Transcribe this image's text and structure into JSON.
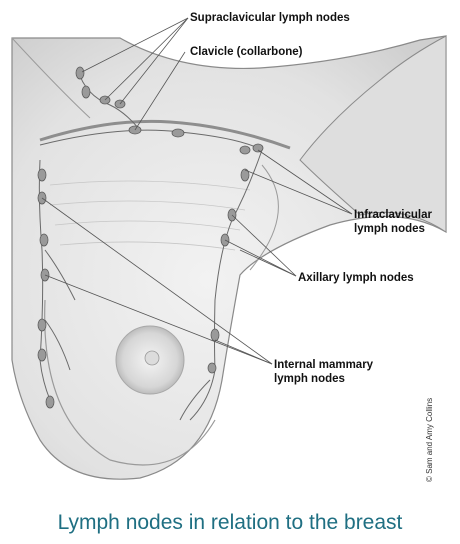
{
  "labels": {
    "supraclavicular": "Supraclavicular lymph nodes",
    "clavicle": "Clavicle (collarbone)",
    "infraclavicular_line1": "Infraclavicular",
    "infraclavicular_line2": "lymph nodes",
    "axillary": "Axillary lymph nodes",
    "internal_mammary_line1": "Internal mammary",
    "internal_mammary_line2": "lymph nodes"
  },
  "credit": "© Sam and Amy Collins",
  "caption": "Lymph nodes in relation to the breast",
  "colors": {
    "caption": "#1f6f82",
    "skin": "#e4e4e4",
    "outline": "#7a7a7a",
    "node": "#9a9a9a",
    "leader": "#555555"
  }
}
